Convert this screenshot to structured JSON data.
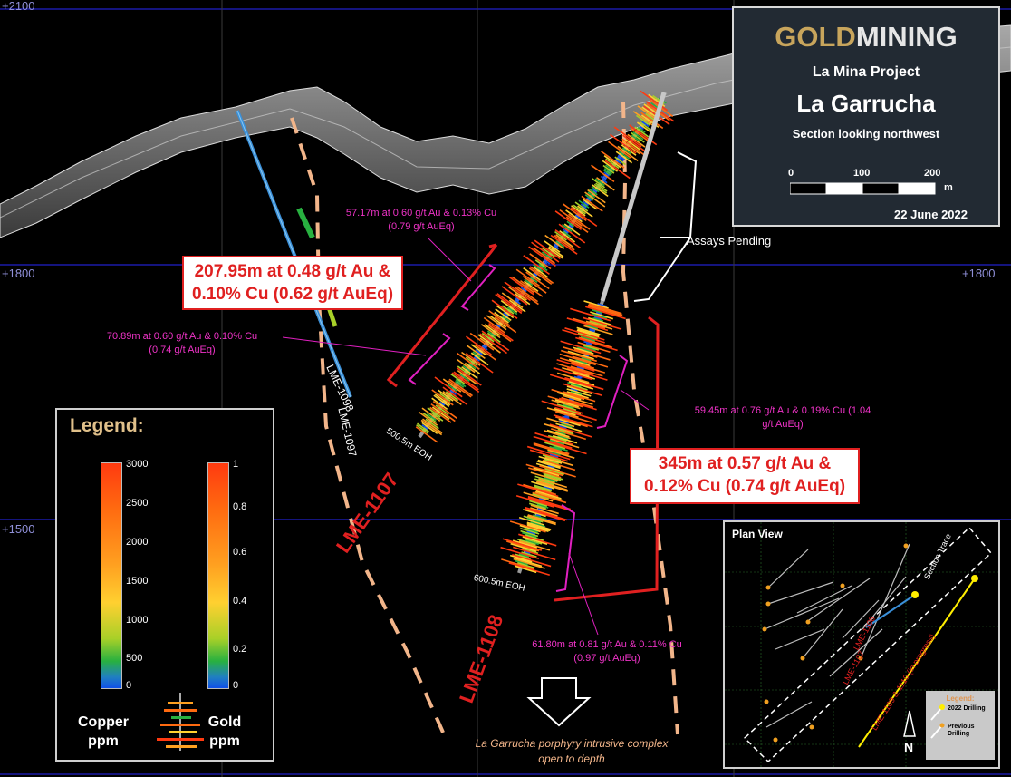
{
  "company": {
    "logo_part1": "GOLD",
    "logo_part2": "MINING"
  },
  "title_box": {
    "project": "La Mina Project",
    "deposit": "La Garrucha",
    "section": "Section looking northwest",
    "date": "22 June 2022",
    "scale_ticks": [
      "0",
      "100",
      "200"
    ],
    "scale_unit": "m"
  },
  "elevations": {
    "top": "+2100",
    "mid": "+1800",
    "mid_right": "+1800",
    "low": "+1500"
  },
  "drillholes": {
    "lme1098": "LME-1098",
    "lme1097": "LME-1097",
    "lme1107": "LME-1107",
    "lme1108": "LME-1108",
    "eoh1107": "500.5m EOH",
    "eoh1108": "600.5m EOH"
  },
  "intercepts": {
    "main1107": [
      "207.95m at 0.48 g/t Au &",
      "0.10% Cu (0.62 g/t AuEq)"
    ],
    "main1108": [
      "345m at 0.57 g/t Au &",
      "0.12% Cu (0.74 g/t AuEq)"
    ],
    "sub1": [
      "57.17m at 0.60 g/t Au & 0.13% Cu",
      "(0.79 g/t AuEq)"
    ],
    "sub2": [
      "70.89m  at 0.60 g/t Au & 0.10% Cu",
      "(0.74 g/t AuEq)"
    ],
    "sub3": [
      "59.45m at 0.76 g/t Au & 0.19% Cu (1.04",
      "g/t AuEq)"
    ],
    "sub4": [
      "61.80m at 0.81 g/t Au & 0.11% Cu",
      "(0.97 g/t AuEq)"
    ]
  },
  "assays_pending": "Assays Pending",
  "depth_note": [
    "La Garrucha porphyry intrusive complex",
    "open to depth"
  ],
  "legend": {
    "title": "Legend:",
    "copper_ticks": [
      "3000",
      "2500",
      "2000",
      "1500",
      "1000",
      "500",
      "0"
    ],
    "gold_ticks": [
      "1",
      "0.8",
      "0.6",
      "0.4",
      "0.2",
      "0"
    ],
    "copper_name": [
      "Copper",
      "ppm"
    ],
    "gold_name": [
      "Gold",
      "ppm"
    ]
  },
  "plan_view": {
    "title": "Plan View",
    "section_trace": "Section Trace",
    "lme1108": "LME-1108",
    "lme1107": "LME-1107",
    "in_progress": "LME-1109 & 1110 (in progress)",
    "north": "N",
    "legend_title": "Legend:",
    "legend_2022": "2022  Drilling",
    "legend_prev": [
      "Previous",
      "Drilling"
    ]
  },
  "colors": {
    "grid": "#1a1aa8",
    "accent_red": "#e02020",
    "intercept_pink": "#f033c8",
    "boundary": "#f2b58a",
    "gold": "#c8a55c"
  }
}
